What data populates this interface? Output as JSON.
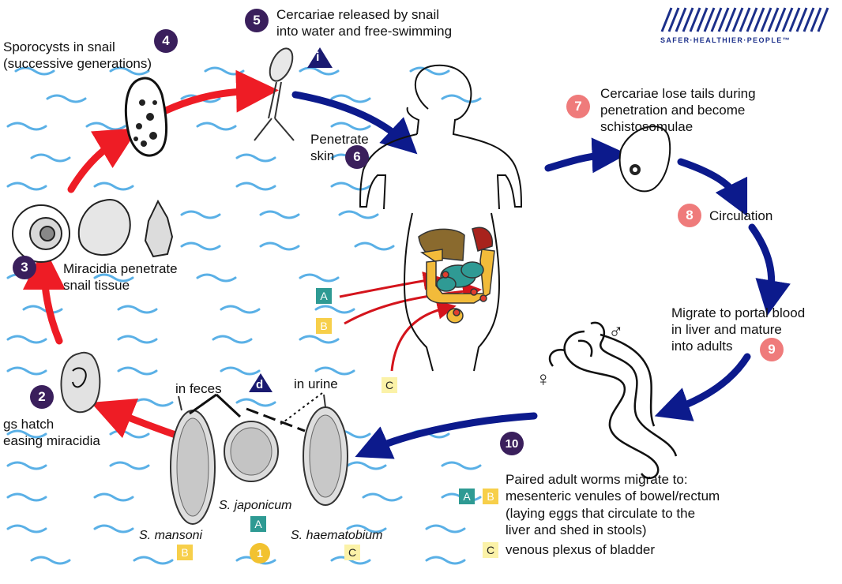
{
  "colors": {
    "red_arrow": "#ee1c25",
    "blue_arrow": "#0c1a8c",
    "wave": "#5ab0e6",
    "badge_dark": "#3a1f5c",
    "badge_pink": "#ef7b7b",
    "tag_a": "#2e9a93",
    "tag_b": "#f7cf4a",
    "tag_c": "#fbf2a8"
  },
  "brand": {
    "tagline": "SAFER·HEALTHIER·PEOPLE™"
  },
  "steps": {
    "s1": {
      "num": "1"
    },
    "s2": {
      "num": "2",
      "text": "gs hatch\neasing miracidia"
    },
    "s3": {
      "num": "3",
      "text": "Miracidia penetrate\nsnail tissue"
    },
    "s4": {
      "num": "4",
      "text": "Sporocysts in snail\n(successive generations)"
    },
    "s5": {
      "num": "5",
      "text": "Cercariae released by snail\ninto water and free-swimming",
      "marker": "i"
    },
    "s6": {
      "num": "6",
      "text": "Penetrate\nskin"
    },
    "s7": {
      "num": "7",
      "text": "Cercariae lose tails during\npenetration and become\nschistosomulae"
    },
    "s8": {
      "num": "8",
      "text": "Circulation"
    },
    "s9": {
      "num": "9",
      "text": "Migrate to portal blood\nin liver and mature\ninto adults"
    },
    "s10": {
      "num": "10",
      "text": "Paired adult worms migrate to:",
      "line_ab": "mesenteric venules of bowel/rectum",
      "line_paren": "(laying eggs that circulate to the\nliver and shed in stools)",
      "line_c": "venous plexus of bladder"
    }
  },
  "eggs": {
    "in_feces": "in feces",
    "in_urine": "in urine",
    "marker_d": "d",
    "mansoni": "S. mansoni",
    "japonicum": "S. japonicum",
    "haematobium": "S. haematobium"
  },
  "tags": {
    "a": "A",
    "b": "B",
    "c": "C"
  },
  "symbols": {
    "female": "♀",
    "male": "♂"
  }
}
